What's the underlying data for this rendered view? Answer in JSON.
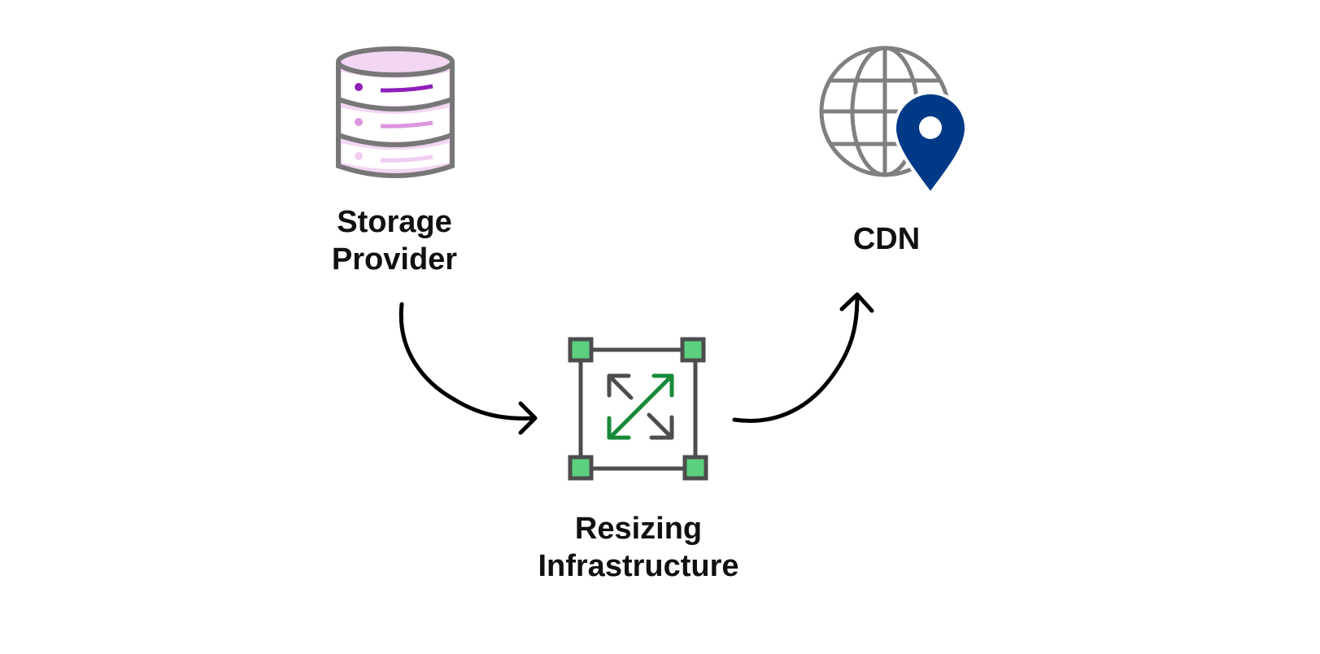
{
  "nodes": {
    "storage": {
      "line1": "Storage",
      "line2": "Provider",
      "icon": "database-icon"
    },
    "resizing": {
      "line1": "Resizing",
      "line2": "Infrastructure",
      "icon": "resize-icon"
    },
    "cdn": {
      "label": "CDN",
      "icon": "globe-location-icon"
    }
  },
  "edges": [
    {
      "from": "Storage Provider",
      "to": "Resizing Infrastructure"
    },
    {
      "from": "Resizing Infrastructure",
      "to": "CDN"
    }
  ],
  "colors": {
    "outline": "#777777",
    "db_fill": "#f2d6f2",
    "db_accent_dark": "#8e1fb8",
    "db_accent_mid": "#dc96e0",
    "db_accent_light": "#f0cdf2",
    "resize_handle": "#5bd17f",
    "resize_frame": "#4d4d4d",
    "resize_arrow_green": "#178a3a",
    "pin": "#003a87",
    "arrow": "#000000"
  }
}
